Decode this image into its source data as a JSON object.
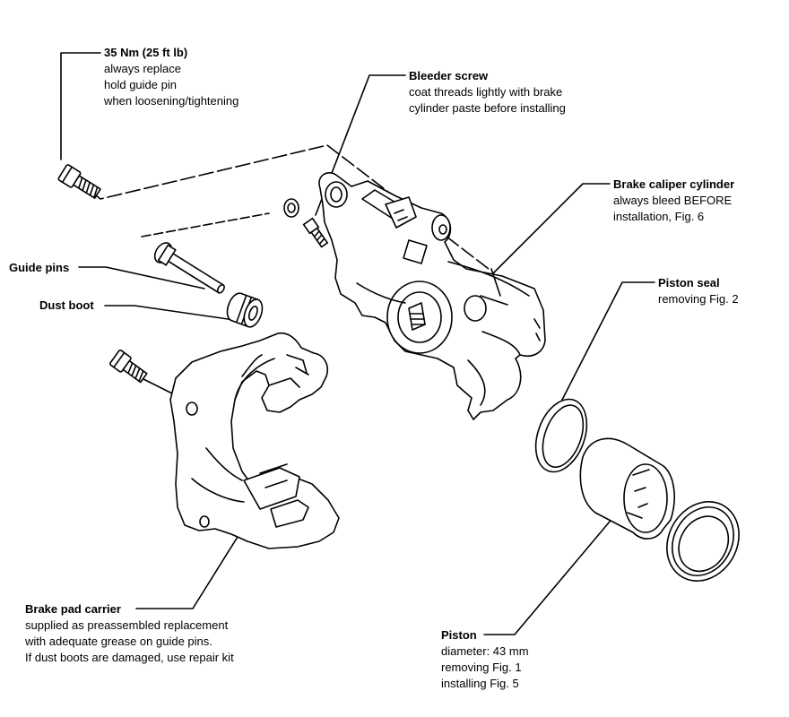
{
  "callouts": {
    "torque": {
      "title": "35 Nm (25 ft lb)",
      "lines": [
        "always replace",
        "hold guide pin",
        "when loosening/tightening"
      ]
    },
    "bleeder": {
      "title": "Bleeder screw",
      "lines": [
        "coat threads lightly with brake",
        "cylinder paste before installing"
      ]
    },
    "caliper": {
      "title": "Brake caliper cylinder",
      "lines": [
        "always bleed BEFORE",
        "installation, Fig. 6"
      ]
    },
    "guide_pins": {
      "title": "Guide pins"
    },
    "dust_boot": {
      "title": "Dust boot"
    },
    "piston_seal": {
      "title": "Piston seal",
      "lines": [
        "removing Fig. 2"
      ]
    },
    "carrier": {
      "title": "Brake pad carrier",
      "lines": [
        "supplied as preassembled replacement",
        "with adequate grease on guide pins.",
        "If dust boots are damaged, use repair kit"
      ]
    },
    "piston": {
      "title": "Piston",
      "lines": [
        "diameter: 43 mm",
        "removing Fig. 1",
        "installing Fig. 5"
      ]
    }
  }
}
